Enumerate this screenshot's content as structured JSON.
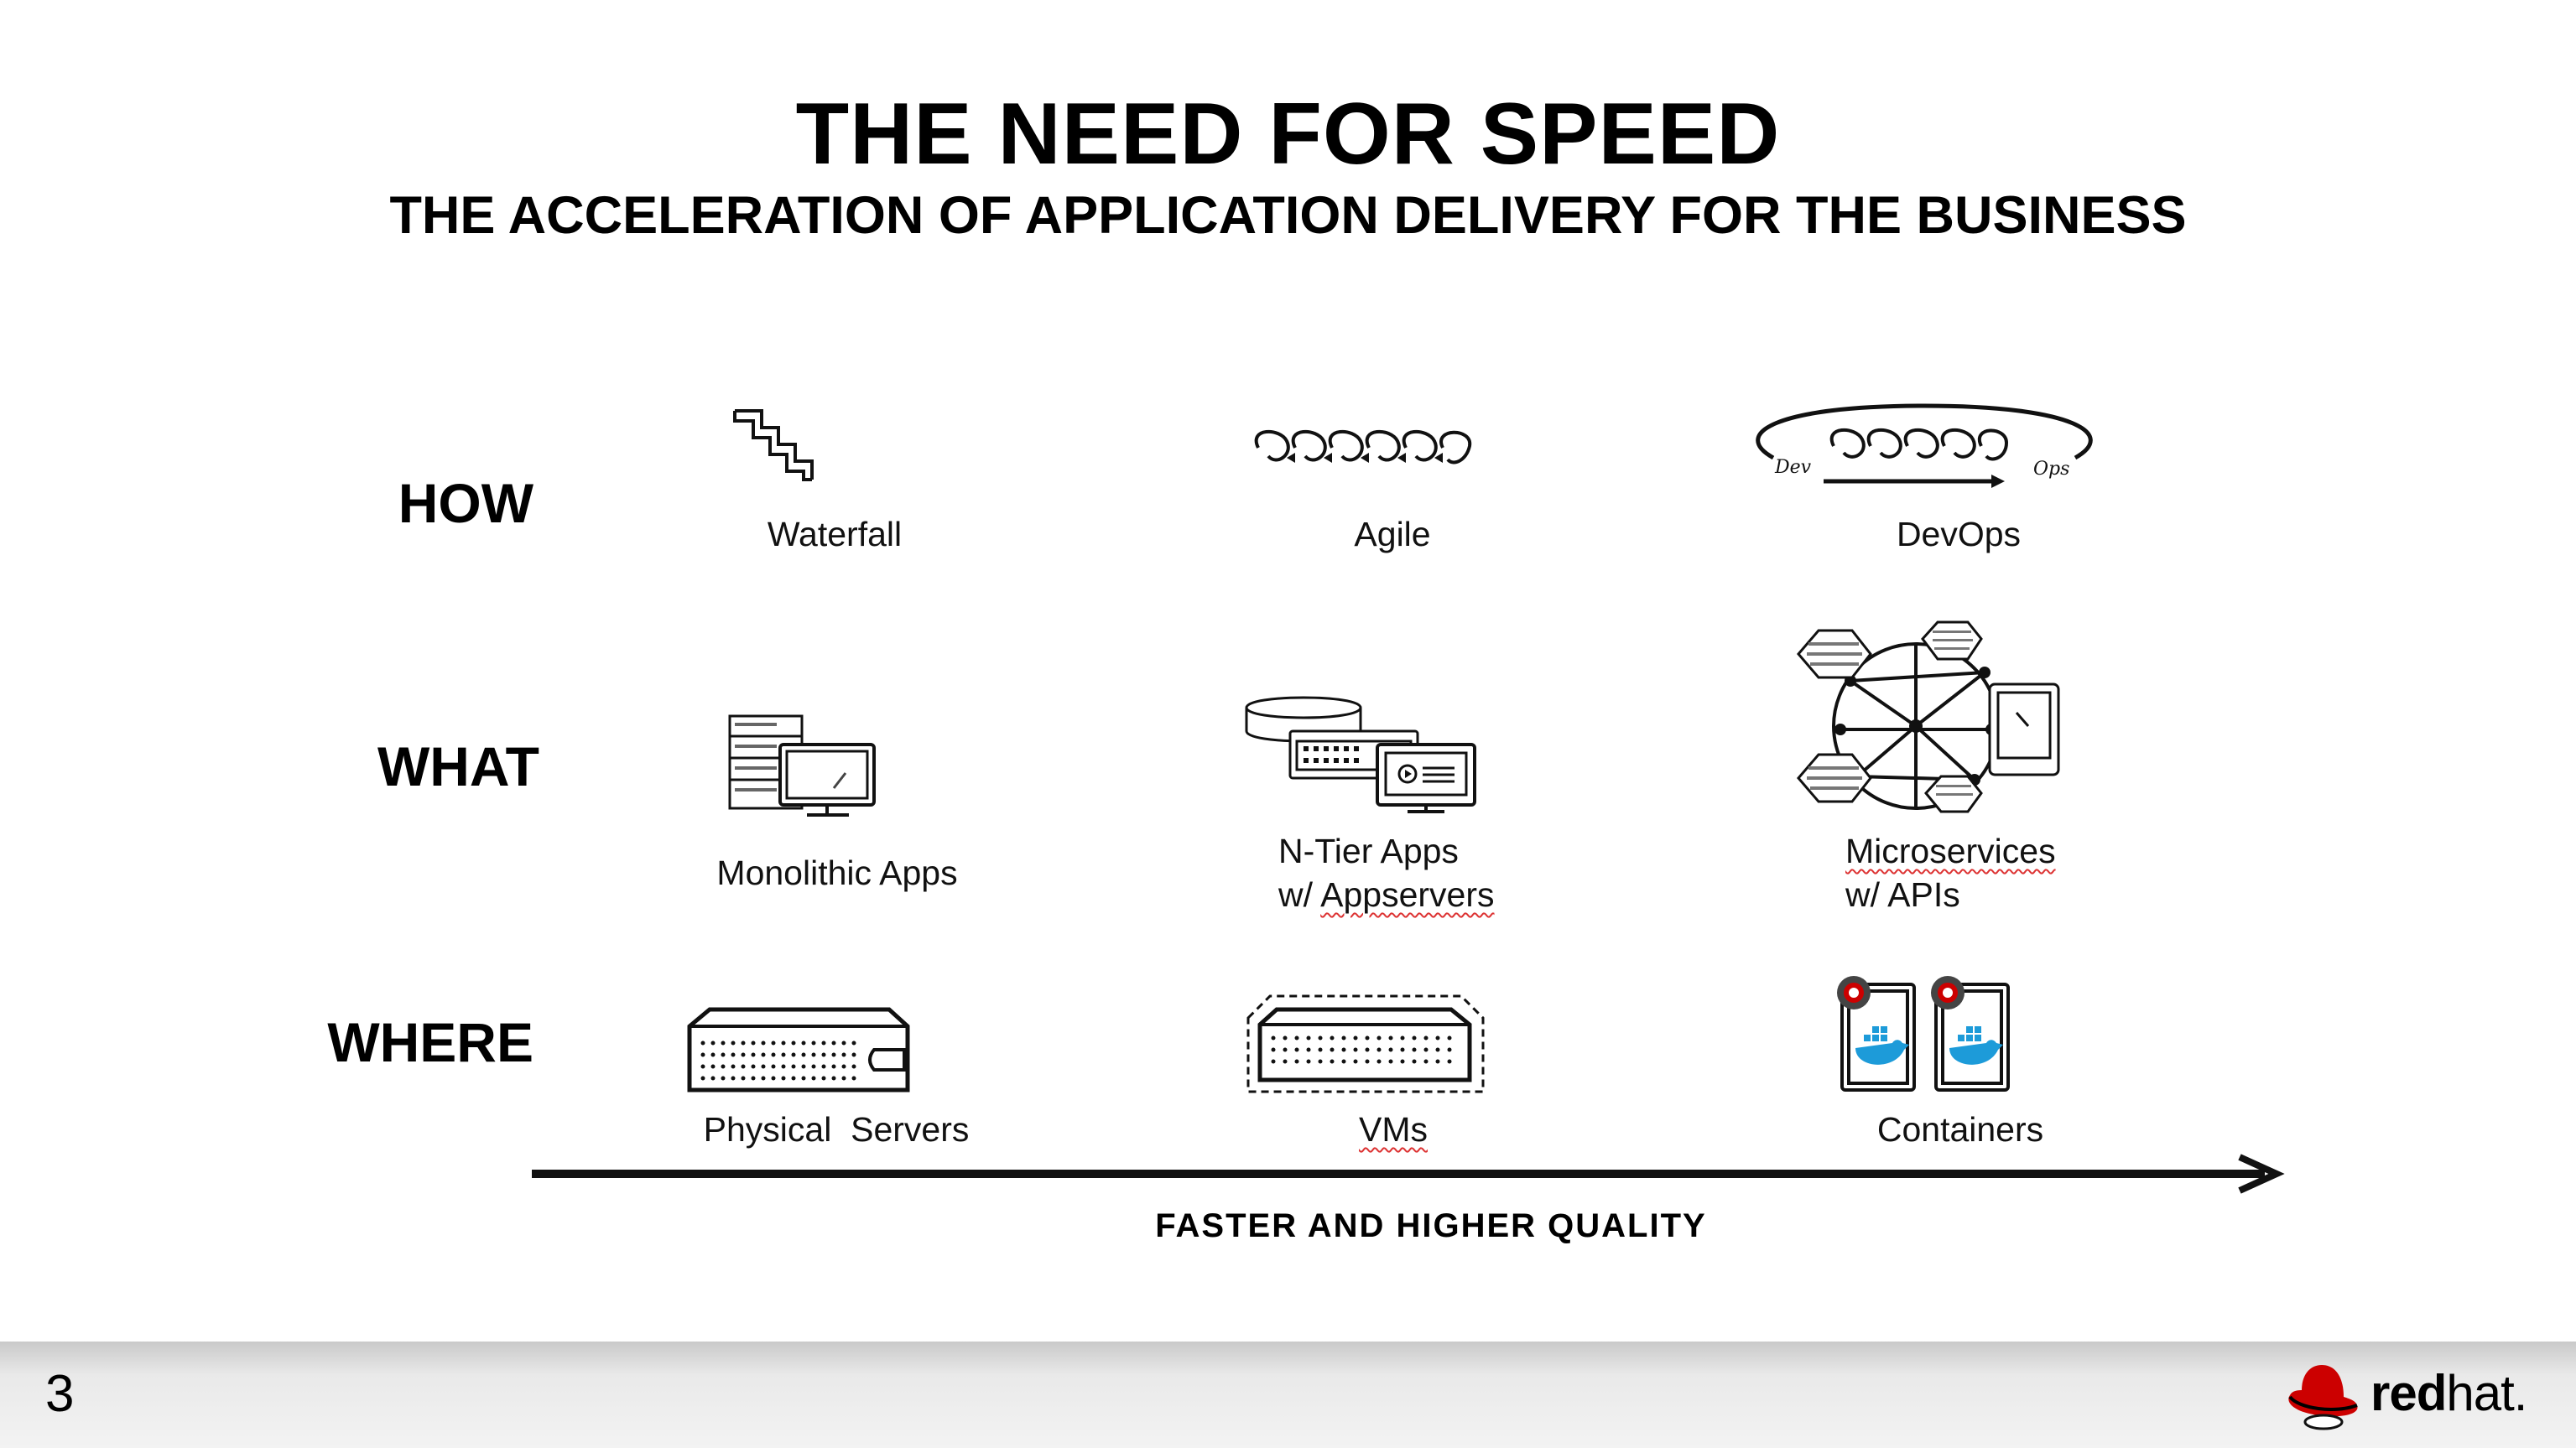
{
  "slide": {
    "title": "THE NEED FOR SPEED",
    "subtitle": "THE ACCELERATION OF APPLICATION DELIVERY FOR THE BUSINESS",
    "page_number": "3"
  },
  "rows": {
    "how": {
      "label": "HOW",
      "items": [
        {
          "caption": "Waterfall",
          "icon": "waterfall-steps-icon"
        },
        {
          "caption": "Agile",
          "icon": "agile-loops-icon"
        },
        {
          "caption": "DevOps",
          "icon": "devops-loop-icon",
          "dev_label": "Dev",
          "ops_label": "Ops"
        }
      ]
    },
    "what": {
      "label": "WHAT",
      "items": [
        {
          "caption": "Monolithic Apps",
          "icon": "monolithic-server-monitor-icon"
        },
        {
          "caption_line1": "N-Tier Apps",
          "caption_line2_prefix": "w/ ",
          "caption_line2_word": "Appservers",
          "icon": "ntier-servers-icon"
        },
        {
          "caption_line1": "Microservices",
          "caption_line2": "w/ APIs",
          "icon": "microservices-network-icon"
        }
      ]
    },
    "where": {
      "label": "WHERE",
      "items": [
        {
          "caption": "Physical  Servers",
          "icon": "physical-server-icon"
        },
        {
          "caption": "VMs",
          "icon": "vm-server-icon"
        },
        {
          "caption": "Containers",
          "icon": "containers-icon"
        }
      ]
    }
  },
  "axis": {
    "caption": "FASTER AND HIGHER QUALITY",
    "icon": "arrow-right-icon"
  },
  "logo": {
    "bold_text": "red",
    "light_text": "hat.",
    "icon": "redhat-shadowman-icon",
    "color": "#cc0000"
  }
}
